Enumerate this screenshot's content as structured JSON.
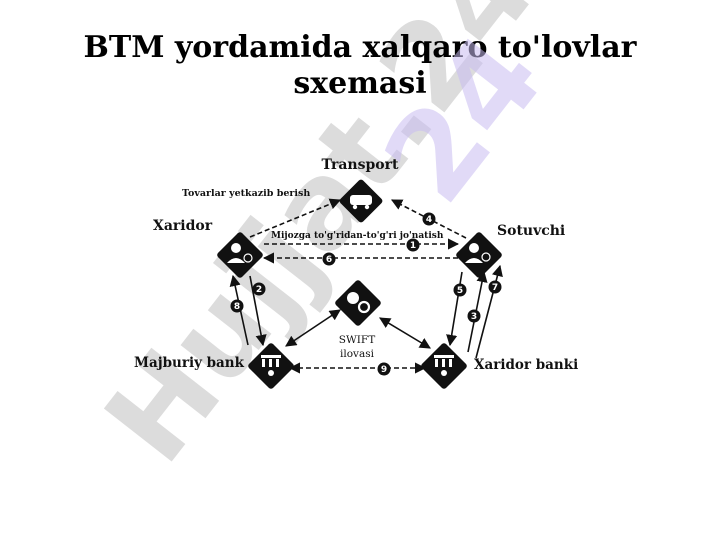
{
  "title": {
    "line1": "BTM yordamida xalqaro to'lovlar",
    "line2": "sxemasi"
  },
  "diagram": {
    "nodes": {
      "transport": "Transport",
      "buyer": "Xaridor",
      "seller": "Sotuvchi",
      "swift_line1": "SWIFT",
      "swift_line2": "ilovasi",
      "obligated_bank": "Majburiy bank",
      "buyer_bank": "Xaridor banki"
    },
    "edge_labels": {
      "delivery": "Tovarlar yetkazib berish",
      "direct_send": "Mijozga to'g'ridan-to'g'ri jo'natish"
    },
    "steps": [
      "1",
      "2",
      "3",
      "4",
      "5",
      "6",
      "7",
      "8",
      "8",
      "9"
    ]
  },
  "watermark": {
    "text": "Hujjat.24",
    "color": "#d6ccf5"
  }
}
